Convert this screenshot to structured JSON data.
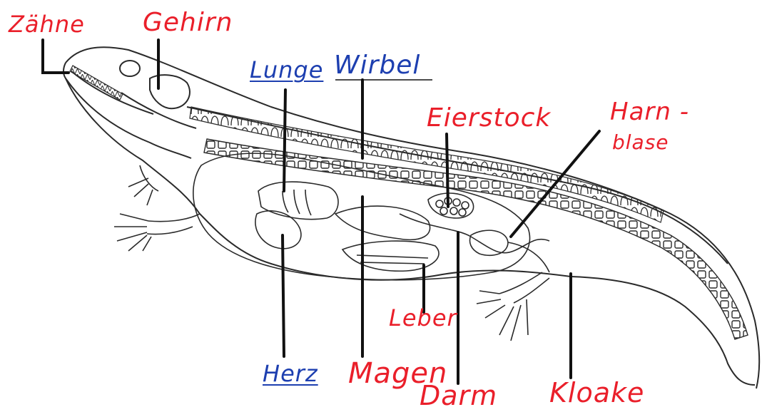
{
  "labels": {
    "zaehne": "Zähne",
    "gehirn": "Gehirn",
    "lunge": "Lunge",
    "wirbel": "Wirbel",
    "eierstock": "Eierstock",
    "harn": "Harn -",
    "blase": "blase",
    "leber": "Leber",
    "herz": "Herz",
    "magen": "Magen",
    "darm": "Darm",
    "kloake": "Kloake"
  },
  "colors": {
    "handwriting_red": "#ea1f2a",
    "handwriting_blue": "#1d3fb0",
    "outline": "#2a2a2a",
    "pointer": "#111111"
  }
}
